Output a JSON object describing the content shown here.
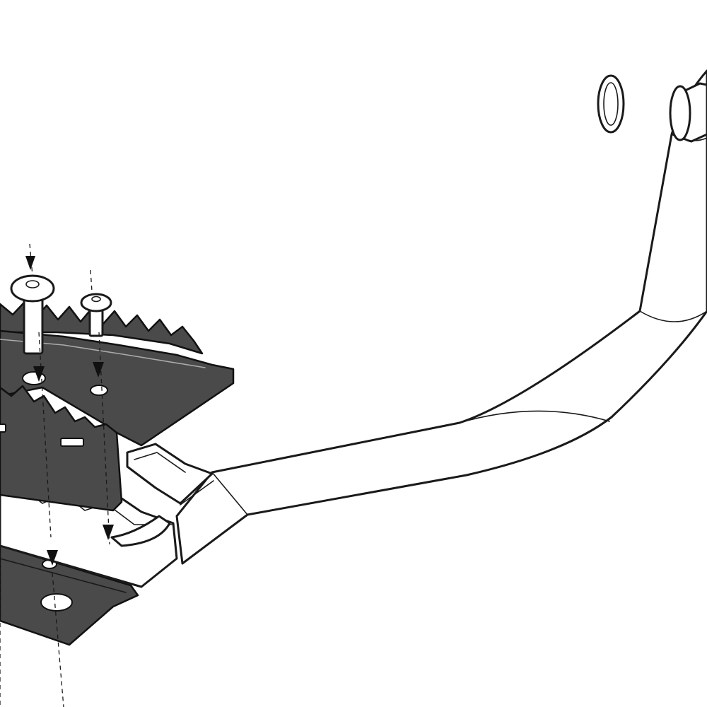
{
  "diagram": {
    "type": "exploded-assembly-illustration",
    "text_labels": [],
    "colors": {
      "background": "#ffffff",
      "line": "#1a1a1a",
      "plate": "#4a4a4a",
      "part": "#ffffff"
    },
    "parts": [
      {
        "id": "brake-pedal-arm",
        "name": "brake-pedal-arm"
      },
      {
        "id": "pivot-sleeve",
        "name": "pivot-sleeve"
      },
      {
        "id": "spacer-ring",
        "name": "spacer-ring"
      },
      {
        "id": "serrated-step-plate",
        "name": "serrated-step-plate"
      },
      {
        "id": "pedal-tip-mount",
        "name": "pedal-tip-mount"
      },
      {
        "id": "bottom-backing-plate",
        "name": "bottom-backing-plate"
      },
      {
        "id": "button-head-bolt-large",
        "name": "button-head-bolt-large"
      },
      {
        "id": "button-head-bolt-small",
        "name": "button-head-bolt-small"
      }
    ],
    "assembly_axes": 4
  }
}
